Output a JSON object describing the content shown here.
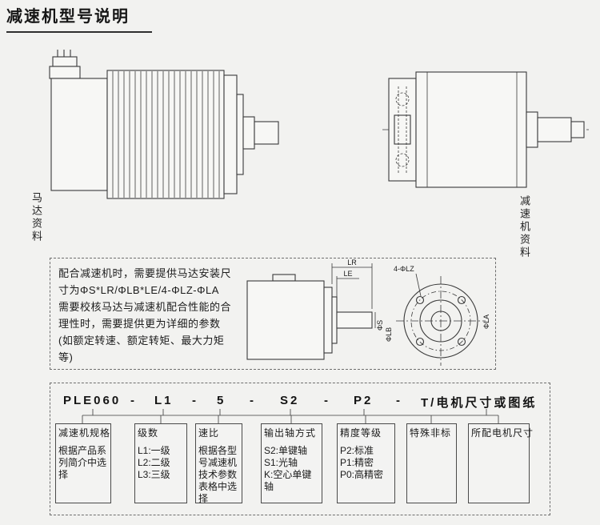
{
  "page": {
    "title": "减速机型号说明"
  },
  "labels": {
    "motor_data": "马达资料",
    "gearbox_data": "减速机资料"
  },
  "note": {
    "lines": [
      "配合减速机时，需要提供马达安装尺",
      "寸为ΦS*LR/ΦLB*LE/4-ΦLZ-ΦLA",
      "需要校核马达与减速机配合性能的合",
      "理性时，需要提供更为详细的参数",
      "(如额定转速、额定转矩、最大力矩",
      "等)"
    ],
    "dims": {
      "lr": "LR",
      "le": "LE",
      "lz": "4-ΦLZ",
      "s": "ΦS",
      "lb": "ΦLB",
      "la": "ΦLA"
    }
  },
  "model": {
    "separator": "-",
    "parts": [
      "PLE060",
      "L1",
      "5",
      "S2",
      "P2",
      "T/电机尺寸或图纸"
    ],
    "columns": [
      {
        "title": "减速机规格",
        "lines": [
          "根据产品系",
          "列简介中选",
          "择"
        ]
      },
      {
        "title": "级数",
        "lines": [
          "L1:一级",
          "L2:二级",
          "L3:三级"
        ]
      },
      {
        "title": "速比",
        "lines": [
          "根据各型",
          "号减速机",
          "技术参数",
          "表格中选",
          "择"
        ]
      },
      {
        "title": "输出轴方式",
        "lines": [
          "S2:单键轴",
          "S1:光轴",
          "K:空心单键",
          "轴"
        ]
      },
      {
        "title": "精度等级",
        "lines": [
          "P2:标准",
          "P1:精密",
          "P0:高精密"
        ]
      },
      {
        "title": "特殊非标",
        "lines": []
      },
      {
        "title": "所配电机尺寸",
        "lines": []
      }
    ]
  },
  "colors": {
    "background": "#f2f2f0",
    "ink": "#3a3a3a"
  }
}
